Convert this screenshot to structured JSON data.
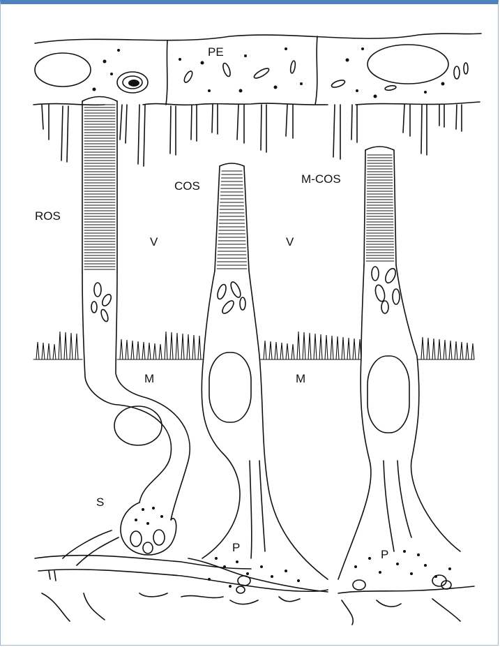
{
  "figure": {
    "labels": {
      "pe": "PE",
      "ros": "ROS",
      "cos": "COS",
      "mcos": "M-COS",
      "v_left": "V",
      "v_right": "V",
      "m_left": "M",
      "m_right": "M",
      "s": "S",
      "p_left": "P",
      "p_right": "P"
    },
    "colors": {
      "frame_accent": "#4f81bd",
      "ink": "#111111"
    }
  }
}
